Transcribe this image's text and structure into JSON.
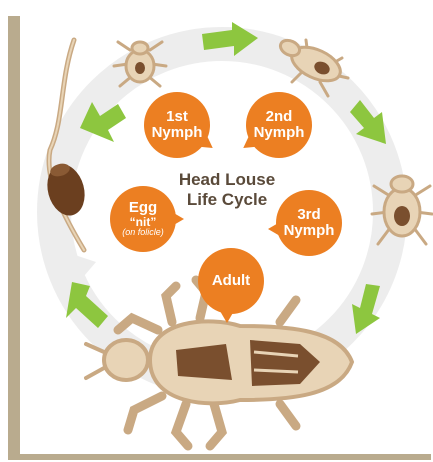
{
  "diagram": {
    "title_line1": "Head Louse",
    "title_line2": "Life Cycle",
    "stages": {
      "nymph1": {
        "line1": "1st",
        "line2": "Nymph"
      },
      "nymph2": {
        "line1": "2nd",
        "line2": "Nymph"
      },
      "nymph3": {
        "line1": "3rd",
        "line2": "Nymph"
      },
      "egg": {
        "line1": "Egg",
        "line2": "“nit”",
        "line3": "(on folicle)"
      },
      "adult": {
        "line1": "Adult"
      }
    },
    "colors": {
      "bubble": "#ec7f22",
      "arrow": "#8dc63f",
      "ring": "#ededed",
      "louse_body": "#e8d4b6",
      "louse_outline": "#c9a983",
      "louse_dark": "#7a4f2e",
      "frame": "#b9ab8e",
      "title": "#5a4a3a"
    },
    "icons": [
      "hair-strand-icon",
      "nit-egg-icon",
      "nymph-1-icon",
      "nymph-2-icon",
      "nymph-3-icon",
      "adult-louse-icon",
      "cycle-arrow-icon"
    ]
  }
}
